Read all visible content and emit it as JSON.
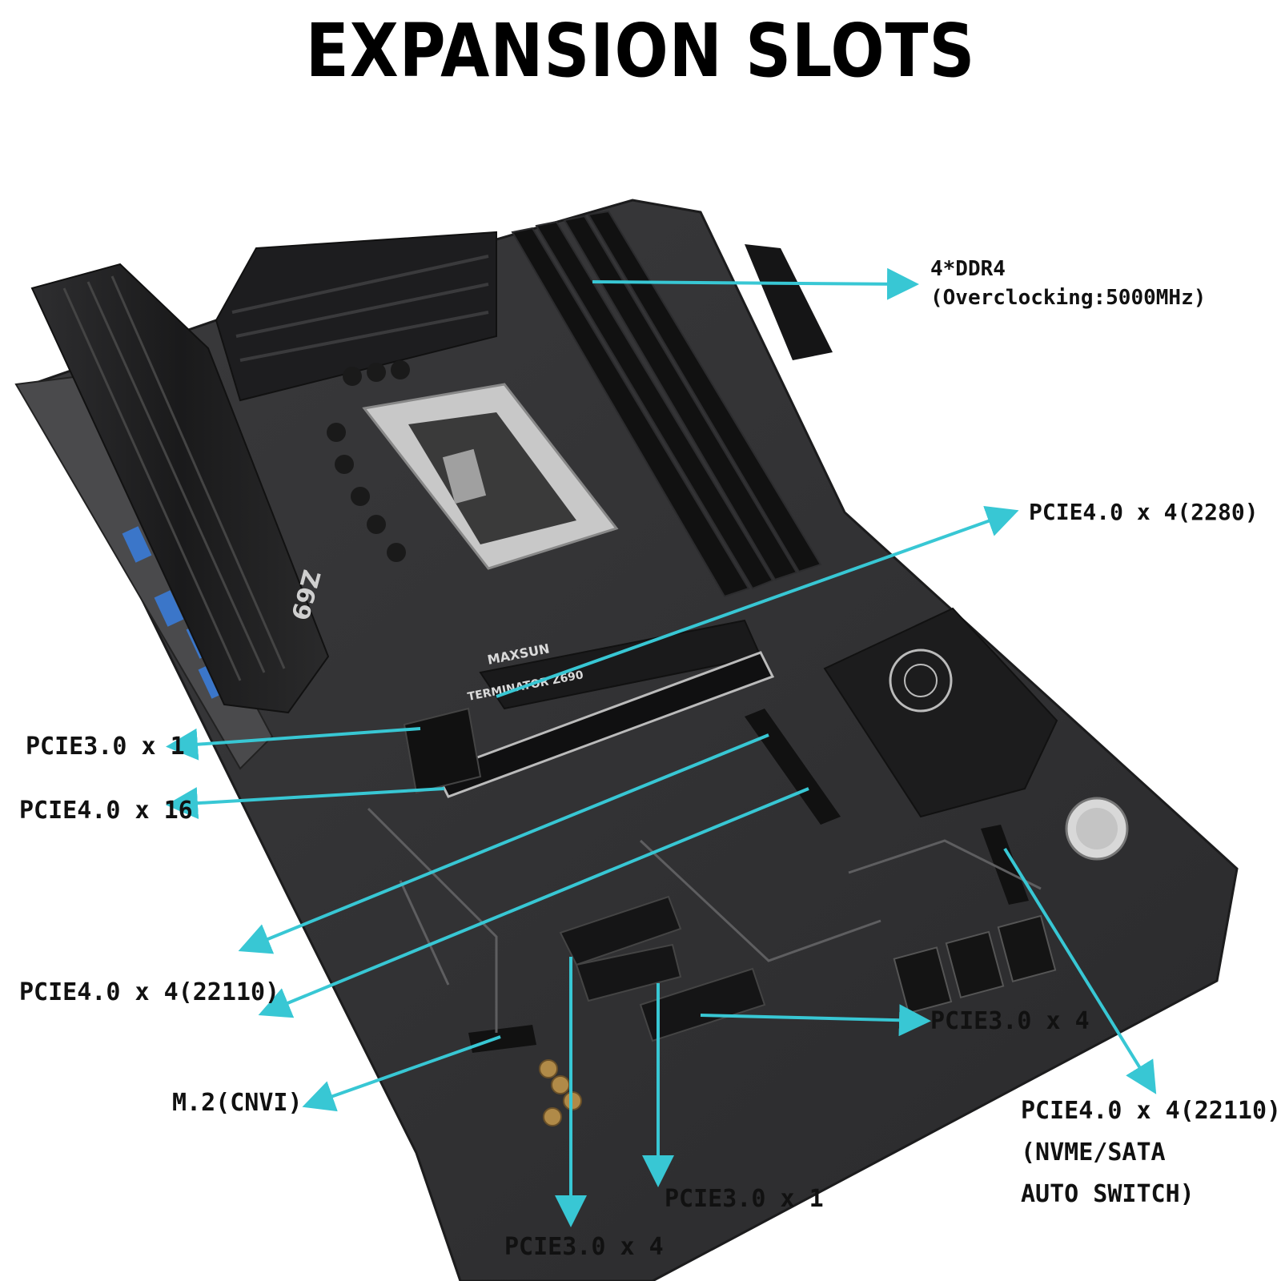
{
  "title": "EXPANSION SLOTS",
  "board": {
    "chipset_text": "Z69",
    "brand_text": "MAXSUN",
    "model_text": "TERMINATOR Z690"
  },
  "accent_color": "#38c7d4",
  "labels": {
    "ddr4_line1": "4*DDR4",
    "ddr4_line2": "(Overclocking:5000MHz)",
    "pcie40x4_2280": "PCIE4.0 x 4(2280)",
    "pcie30x1_left": "PCIE3.0 x 1",
    "pcie40x16": "PCIE4.0 x 16",
    "pcie40x4_22110_left": "PCIE4.0 x 4(22110)",
    "m2_cnvi": "M.2(CNVI)",
    "pcie30x4_right": "PCIE3.0 x 4",
    "pcie40x4_22110_right_line1": "PCIE4.0 x 4(22110)",
    "pcie40x4_22110_right_line2": "(NVME/SATA",
    "pcie40x4_22110_right_line3": "AUTO SWITCH)",
    "pcie30x1_bottom": "PCIE3.0 x 1",
    "pcie30x4_bottom": "PCIE3.0 x 4"
  }
}
